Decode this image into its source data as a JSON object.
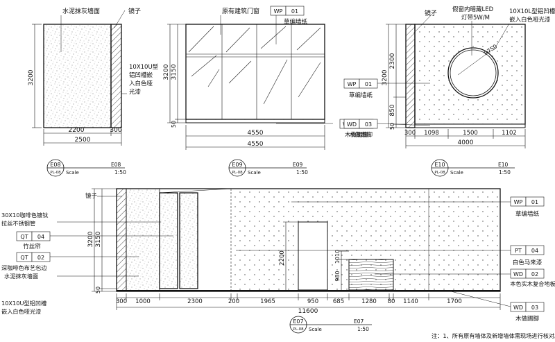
{
  "elevations": {
    "e08": {
      "labels": {
        "wall": "水泥抹灰墙面",
        "mirror": "镜子",
        "channel": [
          "10X10U型",
          "铝凹槽嵌",
          "入白色哑",
          "光漆"
        ]
      },
      "dims": {
        "height": "3200",
        "w_wall": "2200",
        "w_mirror": "300",
        "w_total": "2500"
      },
      "marker": {
        "code": "E08",
        "sheet": "PL-08",
        "name": "E08",
        "scale_label": "Scale",
        "scale": "1:50"
      }
    },
    "e09": {
      "labels": {
        "window": "原有建筑门窗",
        "wallpaper": "草编墙纸",
        "skirting": "木做踢脚"
      },
      "tags": {
        "wp_code": "WP",
        "wp_num": "01",
        "wd_code": "WD",
        "wd_num": "03"
      },
      "dims": {
        "height_total": "3200",
        "height_upper": "3150",
        "height_skirt": "50",
        "w_inner": "4550",
        "w_total": "4550"
      },
      "marker": {
        "code": "E09",
        "sheet": "PL-08",
        "name": "E09",
        "scale_label": "Scale",
        "scale": "1:50"
      }
    },
    "e10": {
      "labels": {
        "mirror": "镜子",
        "light": [
          "假窗内暗藏LED",
          "灯带5W/M"
        ],
        "channel": [
          "10X10L型铝凹槽",
          "嵌入白色哑光漆"
        ],
        "wallpaper": "草编墙纸",
        "skirting": "木做踢脚"
      },
      "tags": {
        "wp_code": "WP",
        "wp_num": "01",
        "wd_code": "WD",
        "wd_num": "03"
      },
      "dims": {
        "height_upper": "2300",
        "height_lower": "850",
        "height_total": "3200",
        "height_skirt": "50",
        "radius": "R750",
        "w1": "300",
        "w2": "1098",
        "w3": "1500",
        "w4": "1102",
        "w_total": "4000"
      },
      "marker": {
        "code": "E10",
        "sheet": "PL-08",
        "name": "E10",
        "scale_label": "Scale",
        "scale": "1:50"
      }
    },
    "e07": {
      "labels": {
        "mirror": "镜子",
        "tube": [
          "30X10咖啡色镀钛",
          "拉丝不锈钢管"
        ],
        "bamboo": "竹丝帘",
        "cloth": [
          "深咖啡色布艺包边",
          "水泥抹灰墙面"
        ],
        "channel": [
          "10X10U型铝凹槽",
          "嵌入白色哑光漆"
        ],
        "wallpaper": "草编墙纸",
        "paint": "白色马来漆",
        "wood": "本色实木复合地板",
        "skirting": "木做踢脚"
      },
      "tags": {
        "qt1_code": "QT",
        "qt1_num": "04",
        "qt2_code": "QT",
        "qt2_num": "02",
        "wp_code": "WP",
        "wp_num": "01",
        "pt_code": "PT",
        "pt_num": "04",
        "wd1_code": "WD",
        "wd1_num": "02",
        "wd2_code": "WD",
        "wd2_num": "03"
      },
      "dims": {
        "height_total": "3200",
        "height_upper": "3150",
        "height_skirt": "50",
        "door_h": "2200",
        "panel_h": "1010",
        "panel_lower": "980",
        "w": [
          "300",
          "1000",
          "2300",
          "200",
          "1965",
          "950",
          "685",
          "1280",
          "80",
          "1140",
          "1700"
        ],
        "w_total": "11600"
      },
      "marker": {
        "code": "E07",
        "sheet": "PL-08",
        "name": "E07",
        "scale_label": "Scale",
        "scale": "1:50"
      }
    }
  },
  "note": "注：1、所有原有墙体及新增墙体需现场进行核对。"
}
